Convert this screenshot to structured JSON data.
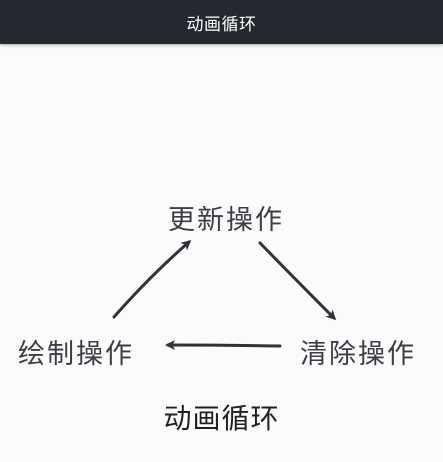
{
  "header": {
    "title": "动画循环"
  },
  "diagram": {
    "nodes": {
      "top": "更新操作",
      "left": "绘制操作",
      "right": "清除操作"
    },
    "caption": "动画循环",
    "arrow_color": "#2f3238"
  }
}
